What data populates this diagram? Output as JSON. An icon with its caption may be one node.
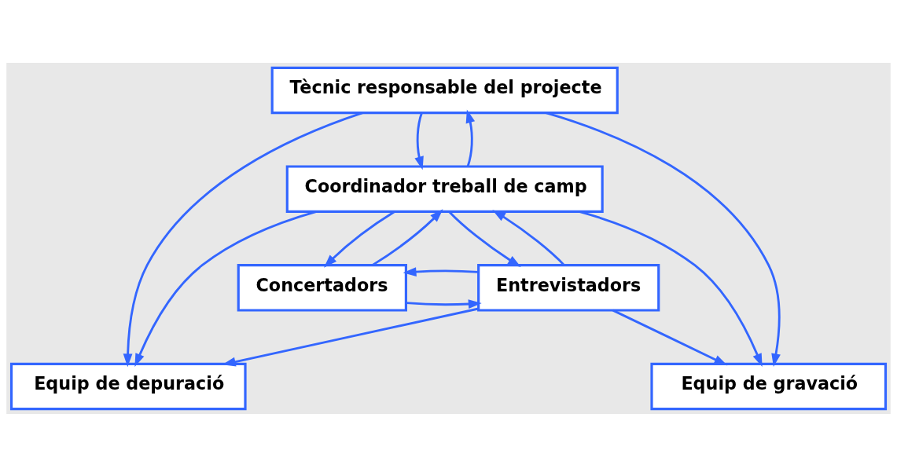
{
  "diagram": {
    "nodes": [
      {
        "text": [
          "Tècnic responsable del projecte"
        ]
      },
      {
        "text": [
          "Coordinador treball de camp"
        ]
      },
      {
        "text": [
          "Concertadors"
        ]
      },
      {
        "text": [
          "Entrevistadors"
        ]
      },
      {
        "text": [
          "Equip de depuració"
        ]
      },
      {
        "text": [
          "Equip de gravació"
        ]
      }
    ],
    "edges": [
      {
        "from": 0,
        "to": 1,
        "arrow": "to"
      },
      {
        "from": 1,
        "to": 0,
        "arrow": "to"
      },
      {
        "from": 1,
        "to": 2,
        "arrow": "to"
      },
      {
        "from": 2,
        "to": 1,
        "arrow": "to"
      },
      {
        "from": 1,
        "to": 3,
        "arrow": "to"
      },
      {
        "from": 3,
        "to": 1,
        "arrow": "to"
      },
      {
        "from": 2,
        "to": 3,
        "arrow": "to"
      },
      {
        "from": 3,
        "to": 2,
        "arrow": "to"
      },
      {
        "from": 0,
        "to": 4,
        "arrow": "to"
      },
      {
        "from": 1,
        "to": 4,
        "arrow": "to"
      },
      {
        "from": 0,
        "to": 5,
        "arrow": "to"
      },
      {
        "from": 1,
        "to": 5,
        "arrow": "to"
      },
      {
        "from": 3,
        "to": 4,
        "arrow": "to"
      },
      {
        "from": 3,
        "to": 5,
        "arrow": "to"
      }
    ]
  }
}
